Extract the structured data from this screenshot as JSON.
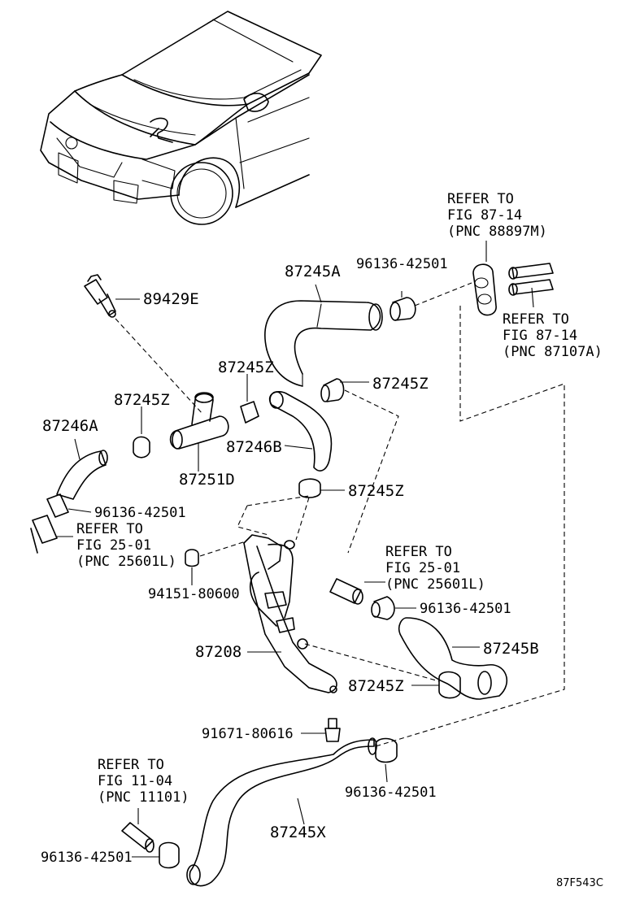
{
  "figure_code": "87F543C",
  "labels": {
    "p89429E": "89429E",
    "p87245A": "87245A",
    "p96136_top": "96136-42501",
    "refer_top_l1": "REFER TO",
    "refer_top_l2": "FIG 87-14",
    "refer_top_l3": "(PNC 88897M)",
    "refer_mid_l1": "REFER TO",
    "refer_mid_l2": "FIG 87-14",
    "refer_mid_l3": "(PNC 87107A)",
    "p87245Z_a": "87245Z",
    "p87245Z_b": "87245Z",
    "p87245Z_c": "87245Z",
    "p87245Z_d": "87245Z",
    "p87245Z_e": "87245Z",
    "p87246A": "87246A",
    "p87246B": "87246B",
    "p87251D": "87251D",
    "p96136_left": "96136-42501",
    "refer_left_l1": "REFER TO",
    "refer_left_l2": "FIG 25-01",
    "refer_left_l3": "(PNC 25601L)",
    "refer_right_l1": "REFER TO",
    "refer_right_l2": "FIG 25-01",
    "refer_right_l3": "(PNC 25601L)",
    "p94151": "94151-80600",
    "p96136_right": "96136-42501",
    "p87208": "87208",
    "p87245B": "87245B",
    "p91671": "91671-80616",
    "refer_bot_l1": "REFER TO",
    "refer_bot_l2": "FIG 11-04",
    "refer_bot_l3": "(PNC 11101)",
    "p96136_bot_right": "96136-42501",
    "p87245X": "87245X",
    "p96136_bot_left": "96136-42501"
  }
}
